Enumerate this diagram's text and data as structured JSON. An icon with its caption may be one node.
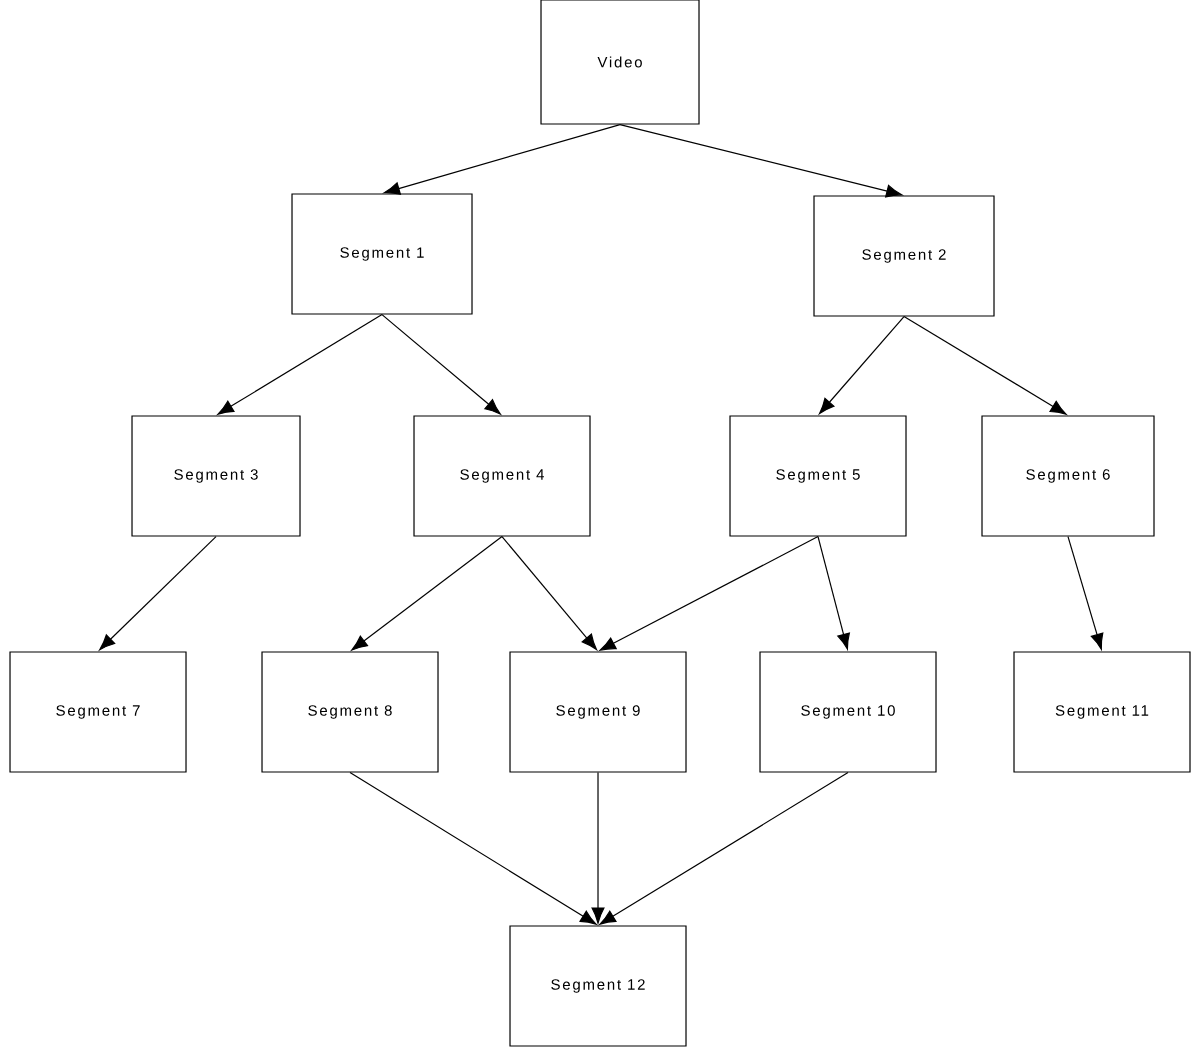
{
  "diagram": {
    "nodes": [
      {
        "text": [
          "Video"
        ]
      },
      {
        "text": [
          "Segment 1"
        ]
      },
      {
        "text": [
          "Segment 2"
        ]
      },
      {
        "text": [
          "Segment 3"
        ]
      },
      {
        "text": [
          "Segment 4"
        ]
      },
      {
        "text": [
          "Segment 5"
        ]
      },
      {
        "text": [
          "Segment 6"
        ]
      },
      {
        "text": [
          "Segment 7"
        ]
      },
      {
        "text": [
          "Segment 8"
        ]
      },
      {
        "text": [
          "Segment 9"
        ]
      },
      {
        "text": [
          "Segment 10"
        ]
      },
      {
        "text": [
          "Segment 11"
        ]
      },
      {
        "text": [
          "Segment 12"
        ]
      }
    ],
    "edges": [
      {
        "from": 0,
        "to": 1,
        "arrow": "to"
      },
      {
        "from": 0,
        "to": 2,
        "arrow": "to"
      },
      {
        "from": 1,
        "to": 3,
        "arrow": "to"
      },
      {
        "from": 1,
        "to": 4,
        "arrow": "to"
      },
      {
        "from": 2,
        "to": 5,
        "arrow": "to"
      },
      {
        "from": 2,
        "to": 6,
        "arrow": "to"
      },
      {
        "from": 3,
        "to": 7,
        "arrow": "to"
      },
      {
        "from": 4,
        "to": 8,
        "arrow": "to"
      },
      {
        "from": 4,
        "to": 9,
        "arrow": "to"
      },
      {
        "from": 5,
        "to": 9,
        "arrow": "to"
      },
      {
        "from": 5,
        "to": 10,
        "arrow": "to"
      },
      {
        "from": 6,
        "to": 11,
        "arrow": "to"
      },
      {
        "from": 8,
        "to": 12,
        "arrow": "to"
      },
      {
        "from": 9,
        "to": 12,
        "arrow": "to"
      },
      {
        "from": 10,
        "to": 12,
        "arrow": "to"
      }
    ]
  }
}
